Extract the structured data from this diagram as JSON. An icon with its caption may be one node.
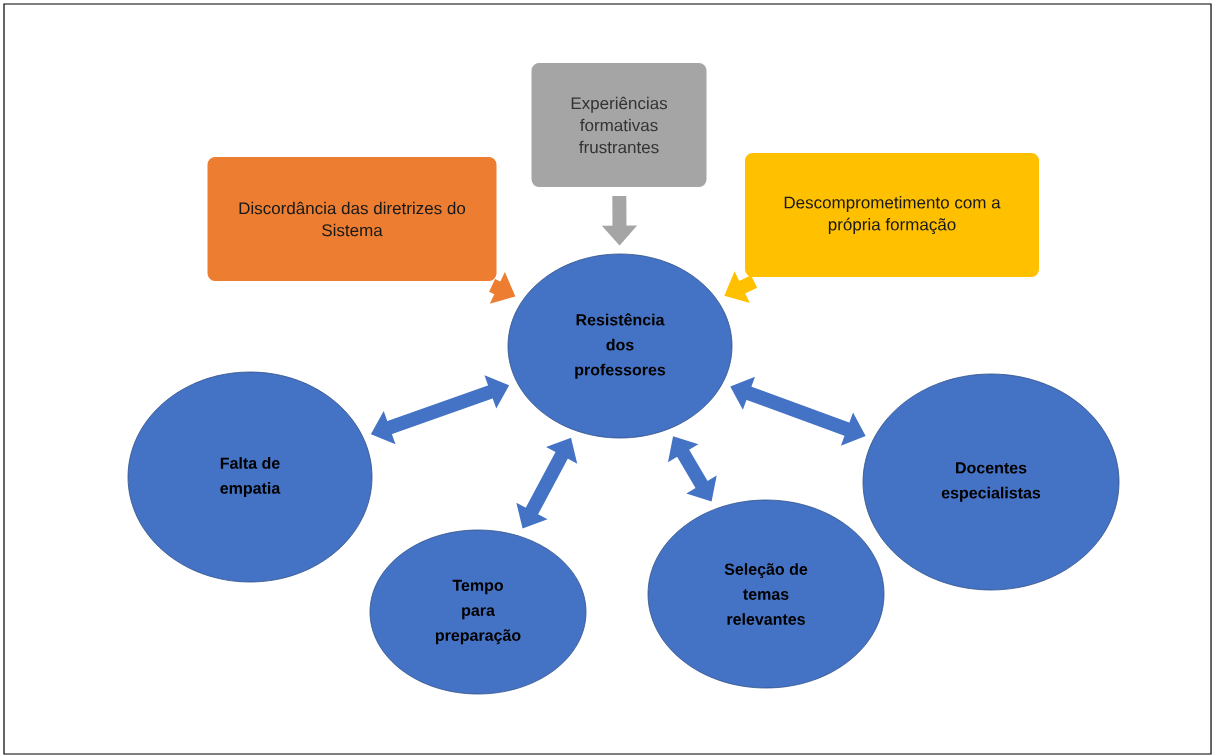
{
  "diagram": {
    "nodes": [
      {
        "text": [
          "Experiências formativas frustrantes"
        ]
      },
      {
        "text": [
          "Discordância das diretrizes do Sistema"
        ]
      },
      {
        "text": [
          "Descomprometimento com a própria formação"
        ]
      },
      {
        "text": [
          "Resistência dos professores"
        ]
      },
      {
        "text": [
          "Falta de empatia"
        ]
      },
      {
        "text": [
          "Tempo para preparação"
        ]
      },
      {
        "text": [
          "Seleção de temas relevantes"
        ]
      },
      {
        "text": [
          "Docentes especialistas"
        ]
      }
    ],
    "edges": [
      {
        "from": 0,
        "to": 3,
        "arrow": "to",
        "color": "#a5a5a5"
      },
      {
        "from": 1,
        "to": 3,
        "arrow": "to",
        "color": "#ed7d31"
      },
      {
        "from": 2,
        "to": 3,
        "arrow": "to",
        "color": "#ffc000"
      },
      {
        "from": 3,
        "to": 4,
        "arrow": "both"
      },
      {
        "from": 3,
        "to": 5,
        "arrow": "both"
      },
      {
        "from": 3,
        "to": 6,
        "arrow": "both"
      },
      {
        "from": 3,
        "to": 7,
        "arrow": "both"
      }
    ]
  }
}
